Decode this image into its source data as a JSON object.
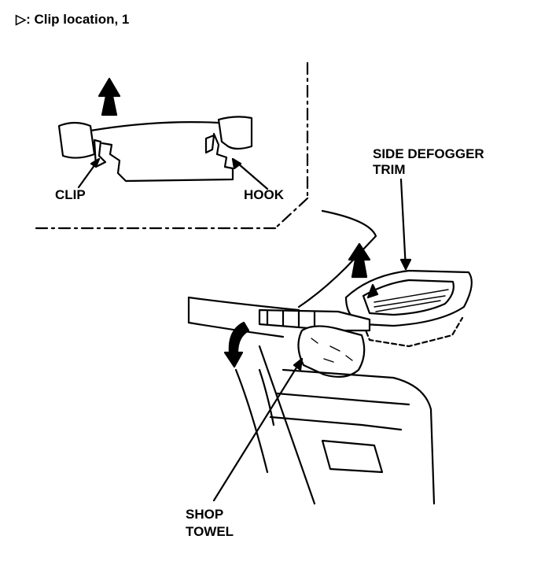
{
  "legend": {
    "symbol": "▷",
    "text": ": Clip location, 1"
  },
  "callouts": {
    "clip": "CLIP",
    "hook": "HOOK",
    "trim_line1": "SIDE DEFOGGER",
    "trim_line2": "TRIM",
    "towel_line1": "SHOP",
    "towel_line2": "TOWEL"
  },
  "colors": {
    "ink": "#000000",
    "paper": "#ffffff"
  }
}
